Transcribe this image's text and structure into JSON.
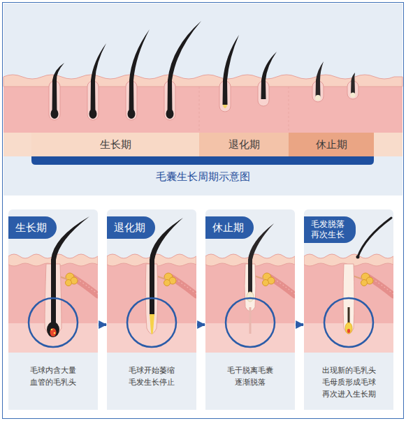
{
  "diagram": {
    "caption": "毛囊生长周期示意图",
    "nodes": [
      {
        "text": [
          "生长期"
        ]
      },
      {
        "text": [
          "退化期"
        ]
      },
      {
        "text": [
          "休止期"
        ]
      },
      {
        "text": [
          "生长期",
          "毛球内含大量 血管的毛乳头"
        ]
      },
      {
        "text": [
          "退化期",
          "毛球开始萎缩 毛发生长停止"
        ]
      },
      {
        "text": [
          "休止期",
          "毛干脱离毛囊 逐渐脱落"
        ]
      },
      {
        "text": [
          "毛发脱落 再次生长",
          "出现新的毛乳头 毛母质形成毛球 再次进入生长期"
        ]
      }
    ],
    "edges": [
      {
        "from": 3,
        "to": 4,
        "arrow": "to"
      },
      {
        "from": 4,
        "to": 5,
        "arrow": "to"
      },
      {
        "from": 5,
        "to": 6,
        "arrow": "to"
      }
    ]
  }
}
